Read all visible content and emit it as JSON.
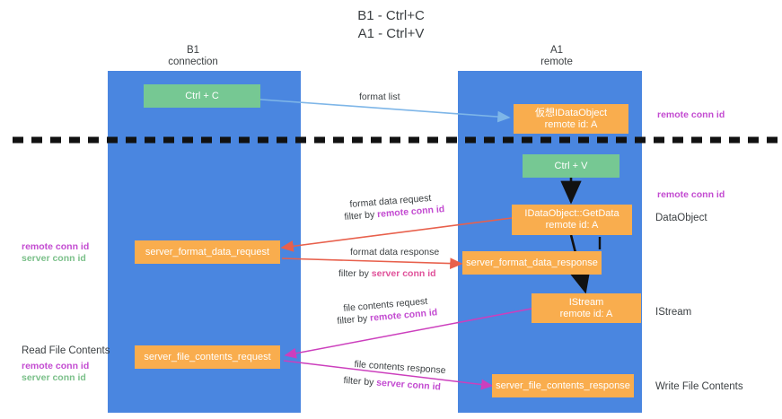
{
  "title": "B1 - Ctrl+C\nA1 - Ctrl+V",
  "colors": {
    "lane": "#4a86e0",
    "node_green": "#76c893",
    "node_orange": "#f9ad4e",
    "accent_magenta": "#c34bd1",
    "accent_pink": "#e0529a",
    "accent_green": "#7bc08a",
    "arrow_lightblue": "#7eb6e8",
    "arrow_red": "#e8604c",
    "arrow_black": "#000000",
    "background": "#ffffff"
  },
  "lanes": [
    {
      "name": "lane-b1",
      "title": "B1\nconnection"
    },
    {
      "name": "lane-a1",
      "title": "A1\nremote"
    }
  ],
  "nodes": {
    "ctrl_c": "Ctrl + C",
    "ctrl_v": "Ctrl + V",
    "virtual_dataobject": "仮想IDataObject\nremote id: A",
    "idataobject_getdata": "IDataObject::GetData\nremote id: A",
    "istream": "IStream\nremote id: A",
    "server_format_data_request": "server_format_data_request",
    "server_format_data_response": "server_format_data_response",
    "server_file_contents_request": "server_file_contents_request",
    "server_file_contents_response": "server_file_contents_response"
  },
  "right_labels": {
    "remote_conn_id_top": "remote conn id",
    "remote_conn_id_mid": "remote conn id",
    "dataobject": "DataObject",
    "istream": "IStream",
    "write_file_contents": "Write File Contents"
  },
  "left_labels": {
    "remote_conn_id": "remote conn id",
    "server_conn_id": "server conn id",
    "read_file_contents": "Read File Contents",
    "remote_conn_id_2": "remote conn id",
    "server_conn_id_2": "server conn id"
  },
  "edges": {
    "format_list": "format list",
    "format_data_request": "format data request",
    "format_data_request_filter_prefix": "filter by ",
    "format_data_request_filter_value": "remote conn id",
    "format_data_response": "format data response",
    "format_data_response_filter_prefix": "filter by ",
    "format_data_response_filter_value": "server conn id",
    "file_contents_request": "file contents request",
    "file_contents_request_filter_prefix": "filter by ",
    "file_contents_request_filter_value": "remote conn id",
    "file_contents_response": "file contents response",
    "file_contents_response_filter_prefix": "filter by ",
    "file_contents_response_filter_value": "server conn id"
  }
}
